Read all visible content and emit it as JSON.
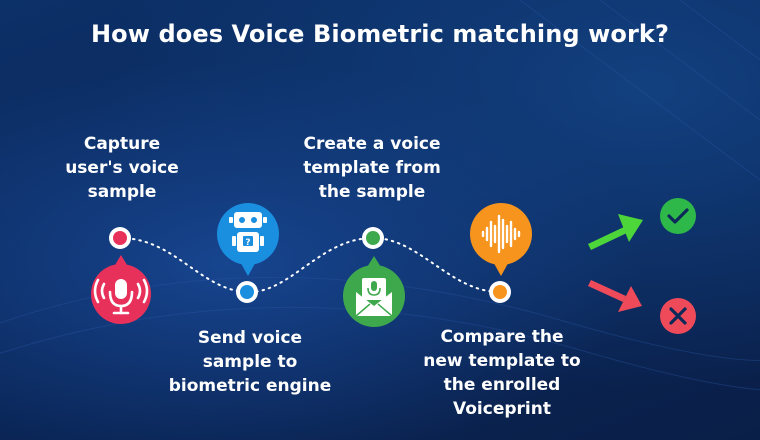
{
  "title": "How does Voice Biometric matching work?",
  "steps": [
    {
      "lines": [
        "Capture",
        "user's voice",
        "sample"
      ],
      "color": "#e8315a",
      "icon": "microphone-waves-icon"
    },
    {
      "lines": [
        "Send voice",
        "sample to",
        "biometric engine"
      ],
      "color": "#1a8fe0",
      "icon": "robot-icon"
    },
    {
      "lines": [
        "Create a voice",
        "template from",
        "the sample"
      ],
      "color": "#3ea84d",
      "icon": "envelope-mic-icon"
    },
    {
      "lines": [
        "Compare the",
        "new template to",
        "the enrolled",
        "Voiceprint"
      ],
      "color": "#f7941d",
      "icon": "soundwave-icon"
    }
  ],
  "results": [
    {
      "icon": "check-icon",
      "color": "#2eb84a"
    },
    {
      "icon": "cross-icon",
      "color": "#ef4a5a"
    }
  ],
  "colors": {
    "background": "#0b2a5a",
    "text": "#ffffff"
  }
}
